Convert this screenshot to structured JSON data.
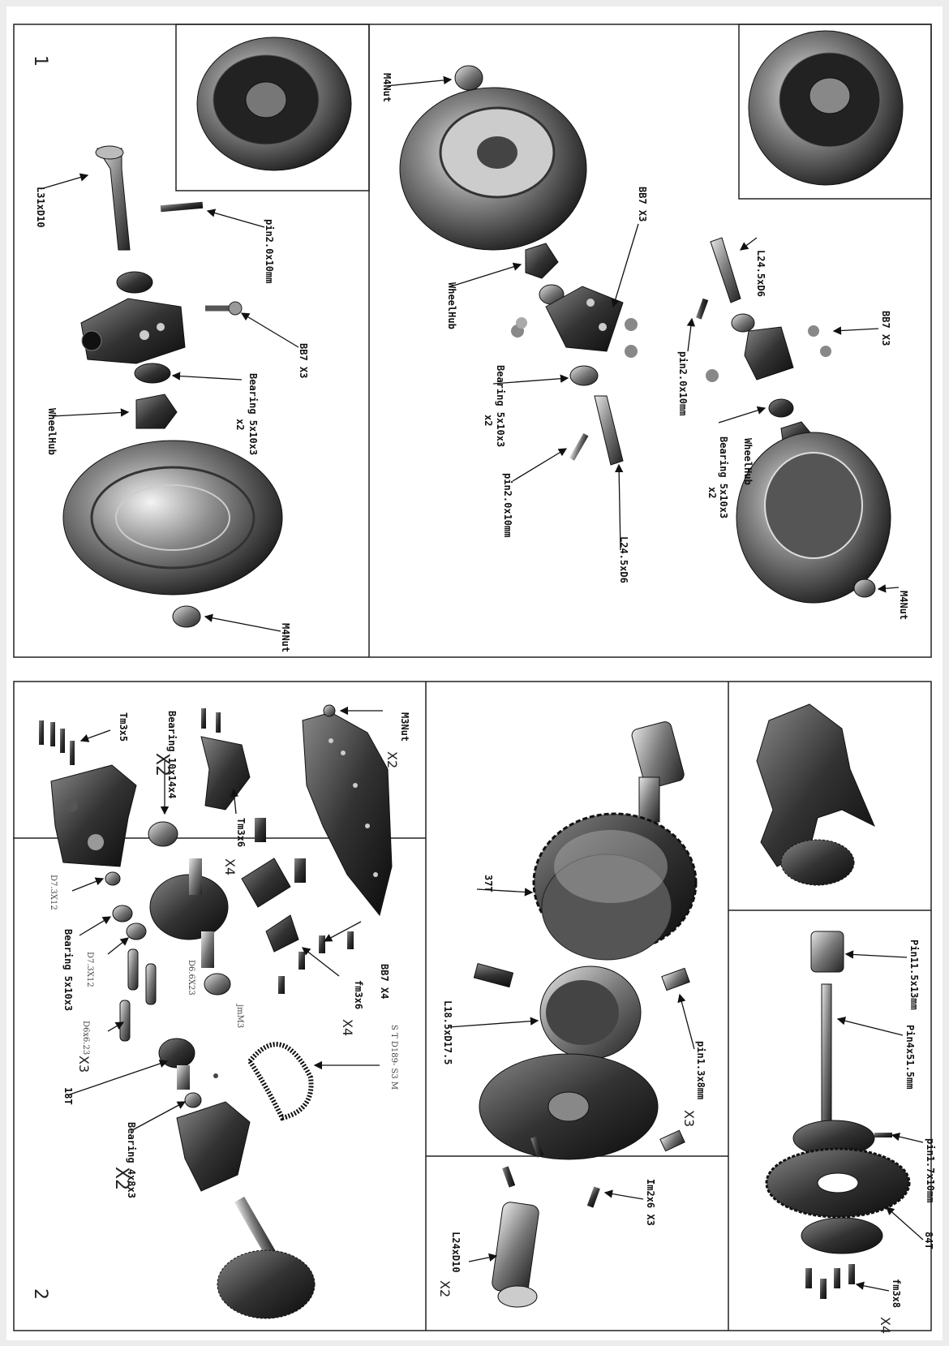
{
  "page_numbers": {
    "top": "1",
    "bottom": "2"
  },
  "labels": {
    "l31": "L31xD10",
    "pin_a": "pin2.0x10mm",
    "bb7_a": "BB7 X3",
    "bearing_a": "Bearing 5x10x3",
    "bearing_a_qty": "x2",
    "wheelhub_a": "WheelHub",
    "m4nut_a": "M4Nut",
    "m4nut_b": "M4Nut",
    "bb7_b": "BB7 X3",
    "wheelhub_b": "WheelHub",
    "bearing_b": "Bearing 5x10x3",
    "bearing_b_qty": "x2",
    "pin_b": "pin2.0x10mm",
    "l245_b": "L24.5xD6",
    "l245_c": "L24.5xD6",
    "bb7_c": "BB7 X3",
    "pin_c": "pin2.0x10mm",
    "wheelhub_c": "WheelHub",
    "bearing_c": "Bearing 5x10x3",
    "bearing_c_qty": "x2",
    "m4nut_c": "M4Nut",
    "tm3x5": "Tm3x5",
    "bearing_10": "Bearing 10x14x4",
    "bearing_10_qty": "X2",
    "tm3x6": "Tm3x6",
    "tm3x6_qty": "X4",
    "m3nut": "M3Nut",
    "m3nut_qty": "X2",
    "d73x12_a": "D7.3X12",
    "bearing_5": "Bearing 5x10x3",
    "d73x12_b": "D7.3X12",
    "d6_623": "D6.6X23",
    "d6_623_b": "D6x6.23",
    "d6_623_b_qty": "X3",
    "bb7_x4": "BB7 X4",
    "fm3x6": "fm3x6",
    "fm3x6_qty": "X4",
    "t18": "18T",
    "jmm3": "jmM3",
    "belt": "S T D189- S3 M",
    "bearing_4": "Bearing 4x8x3",
    "bearing_4_qty": "X2",
    "t37": "37T",
    "l185": "L18.5xD17.5",
    "pin13": "pin1.3x8mm",
    "pin13_qty": "X3",
    "im2x6": "Im2x6 X3",
    "l24d10": "L24xD10",
    "l24d10_qty": "X2",
    "pin115": "Pin11.5x13mm",
    "pin4": "Pin4x51.5mm",
    "pin17": "pin1.7x10mm",
    "t84": "84T",
    "fm3x8": "fm3x8",
    "fm3x8_qty": "X4"
  }
}
